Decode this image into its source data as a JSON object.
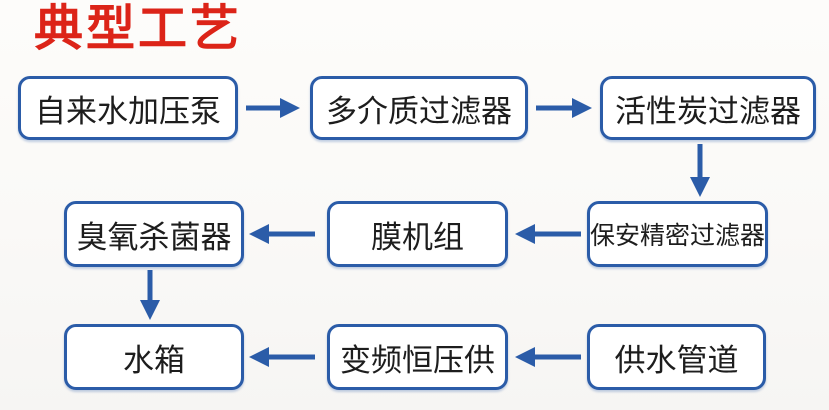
{
  "title": "典型工艺",
  "colors": {
    "title_red": "#dc2418",
    "box_border_blue": "#2b5ca8",
    "arrow_blue": "#2b5ca8",
    "box_fill": "#ffffff",
    "box_text": "#1d1d1d"
  },
  "flowchart": {
    "nodes": [
      {
        "id": "tap-water-pressure-pump",
        "label": "自来水加压泵"
      },
      {
        "id": "multi-media-filter",
        "label": "多介质过滤器"
      },
      {
        "id": "activated-carbon-filter",
        "label": "活性炭过滤器"
      },
      {
        "id": "security-precision-filter",
        "label": "保安精密过滤器"
      },
      {
        "id": "membrane-unit",
        "label": "膜机组"
      },
      {
        "id": "ozone-sterilizer",
        "label": "臭氧杀菌器"
      },
      {
        "id": "water-tank",
        "label": "水箱"
      },
      {
        "id": "vfd-constant-pressure-supply",
        "label": "变频恒压供"
      },
      {
        "id": "water-supply-pipeline",
        "label": "供水管道"
      }
    ],
    "edges": [
      {
        "from": "tap-water-pressure-pump",
        "to": "multi-media-filter",
        "direction": "right"
      },
      {
        "from": "multi-media-filter",
        "to": "activated-carbon-filter",
        "direction": "right"
      },
      {
        "from": "activated-carbon-filter",
        "to": "security-precision-filter",
        "direction": "down"
      },
      {
        "from": "security-precision-filter",
        "to": "membrane-unit",
        "direction": "left"
      },
      {
        "from": "membrane-unit",
        "to": "ozone-sterilizer",
        "direction": "left"
      },
      {
        "from": "ozone-sterilizer",
        "to": "water-tank",
        "direction": "down"
      },
      {
        "from": "water-supply-pipeline",
        "to": "vfd-constant-pressure-supply",
        "direction": "left"
      },
      {
        "from": "vfd-constant-pressure-supply",
        "to": "water-tank",
        "direction": "left"
      }
    ]
  }
}
